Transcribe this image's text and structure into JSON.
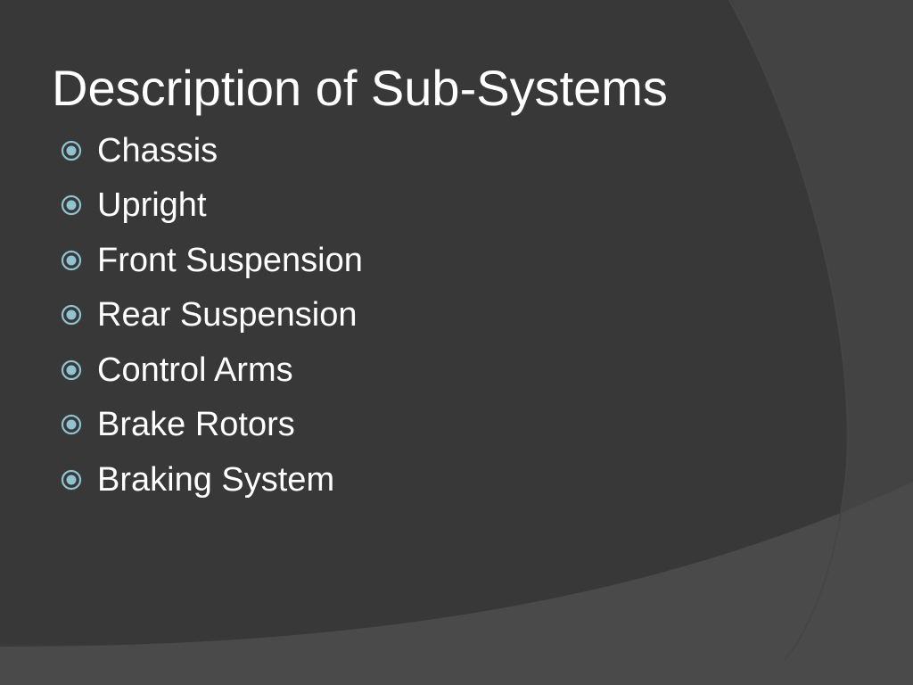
{
  "slide": {
    "title": "Description of Sub-Systems",
    "bullets": [
      "Chassis",
      "Upright",
      "Front Suspension",
      "Rear Suspension",
      "Control Arms",
      "Brake Rotors",
      "Braking System"
    ],
    "bullet_icon": "circled-dot-icon",
    "colors": {
      "background": "#3a3a3a",
      "panel": "#383838",
      "shape_light": "#4a4a4a",
      "text": "#ffffff",
      "bullet_accent": "#8fc3cf"
    }
  }
}
